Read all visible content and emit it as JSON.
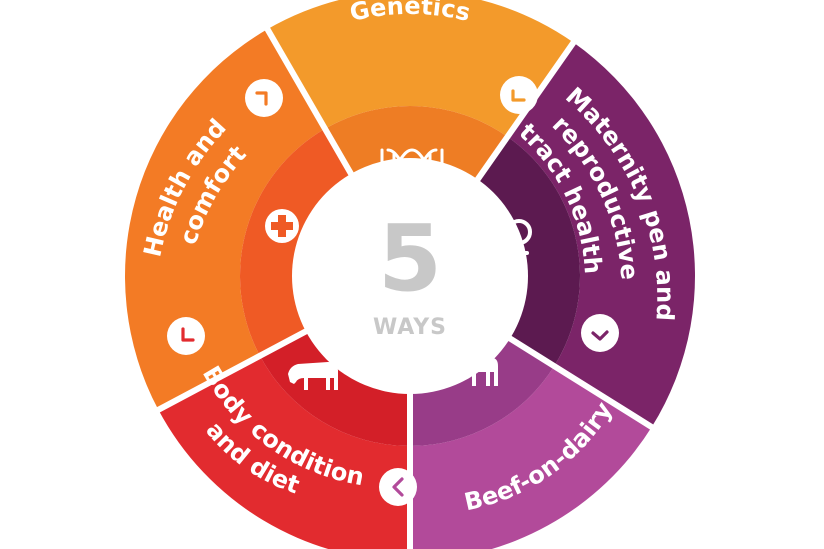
{
  "center": {
    "number": "5",
    "label": "WAYS"
  },
  "segments": [
    {
      "id": "genetics",
      "lines": [
        "Genetics"
      ],
      "icon": "dna-icon",
      "outer_color": "#f39a2b",
      "inner_color": "#ee7d24"
    },
    {
      "id": "maternity",
      "lines": [
        "Maternity pen and",
        "reproductive",
        "tract health"
      ],
      "icon": "female-symbol-icon",
      "outer_color": "#7b2468",
      "inner_color": "#5c1a50"
    },
    {
      "id": "beef-on-dairy",
      "lines": [
        "Beef-on-dairy"
      ],
      "icon": "cow-icon",
      "outer_color": "#b24a9a",
      "inner_color": "#983c88"
    },
    {
      "id": "body-condition",
      "lines": [
        "Body condition",
        "and diet"
      ],
      "icon": "grazing-cow-icon",
      "outer_color": "#e22b2f",
      "inner_color": "#d31f28"
    },
    {
      "id": "health-comfort",
      "lines": [
        "Health and",
        "comfort"
      ],
      "icon": "medical-cross-icon",
      "outer_color": "#f37b25",
      "inner_color": "#ef5a25"
    }
  ]
}
